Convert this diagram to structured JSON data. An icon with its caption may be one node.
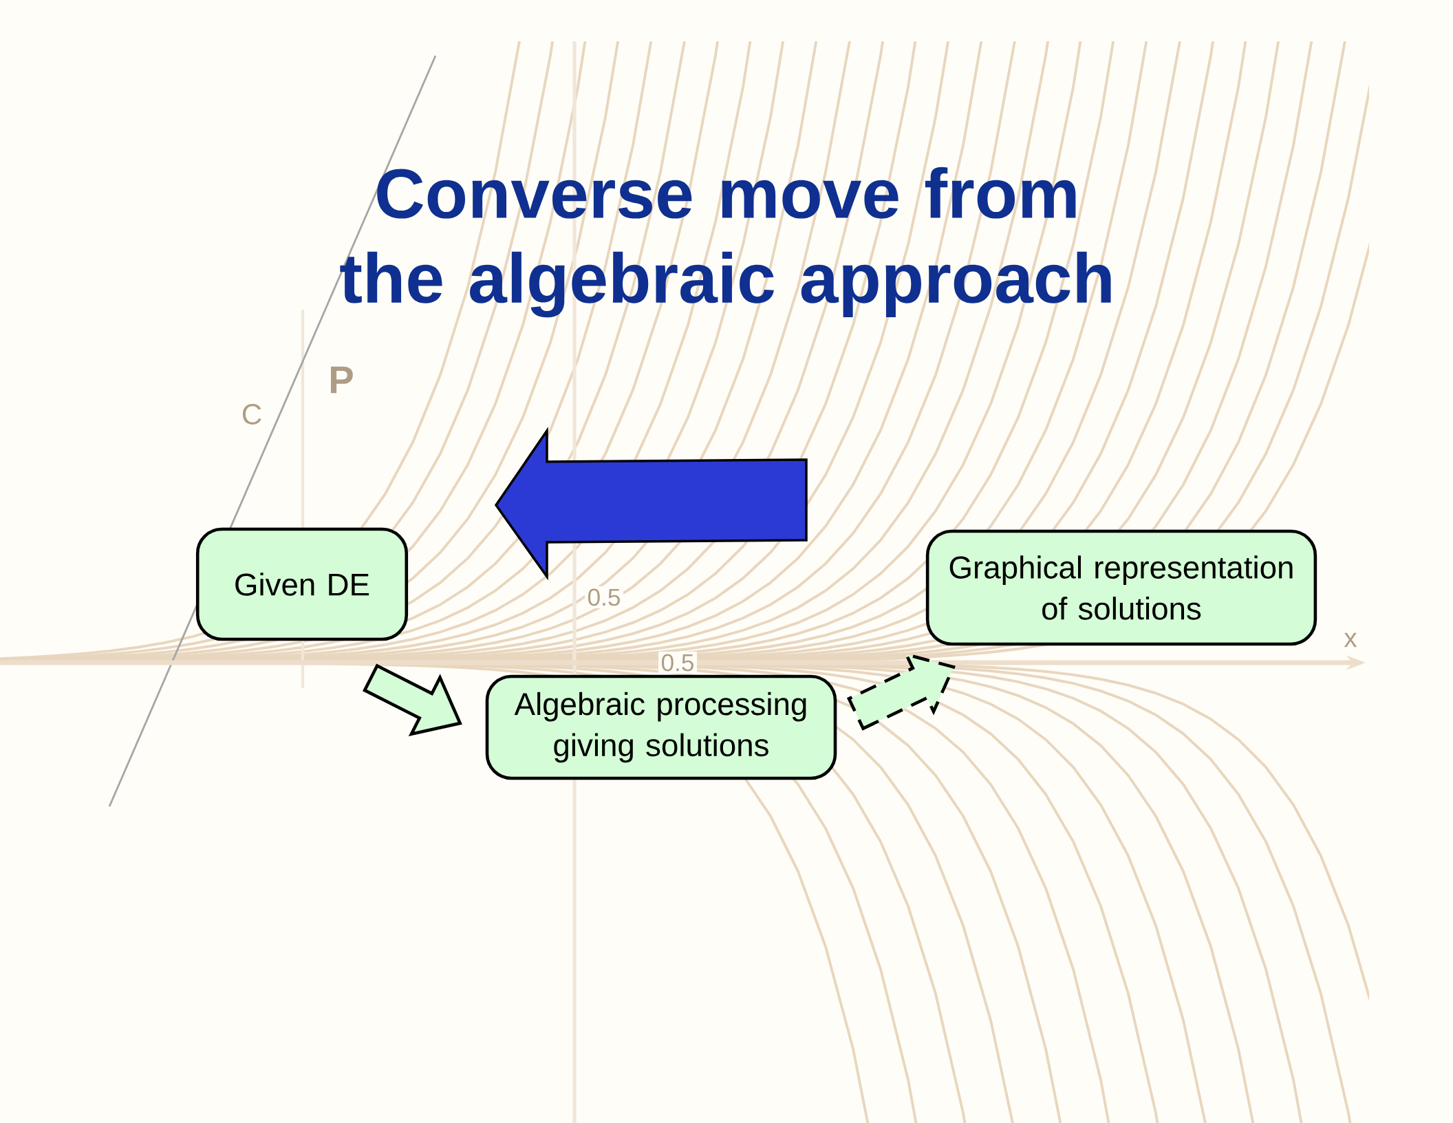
{
  "diagram": {
    "title": "Converse move from the algebraic approach",
    "nodes": [
      {
        "text": [
          "Given DE"
        ]
      },
      {
        "text": [
          "Algebraic processing giving solutions"
        ]
      },
      {
        "text": [
          "Graphical representation of solutions"
        ]
      }
    ],
    "edges": [
      {
        "from": 0,
        "to": 1,
        "arrow": "to"
      },
      {
        "from": 1,
        "to": 2,
        "arrow": "to",
        "style": "dashed"
      }
    ],
    "labels": [
      "P",
      "C",
      "0.5",
      "0.5",
      "x"
    ]
  }
}
